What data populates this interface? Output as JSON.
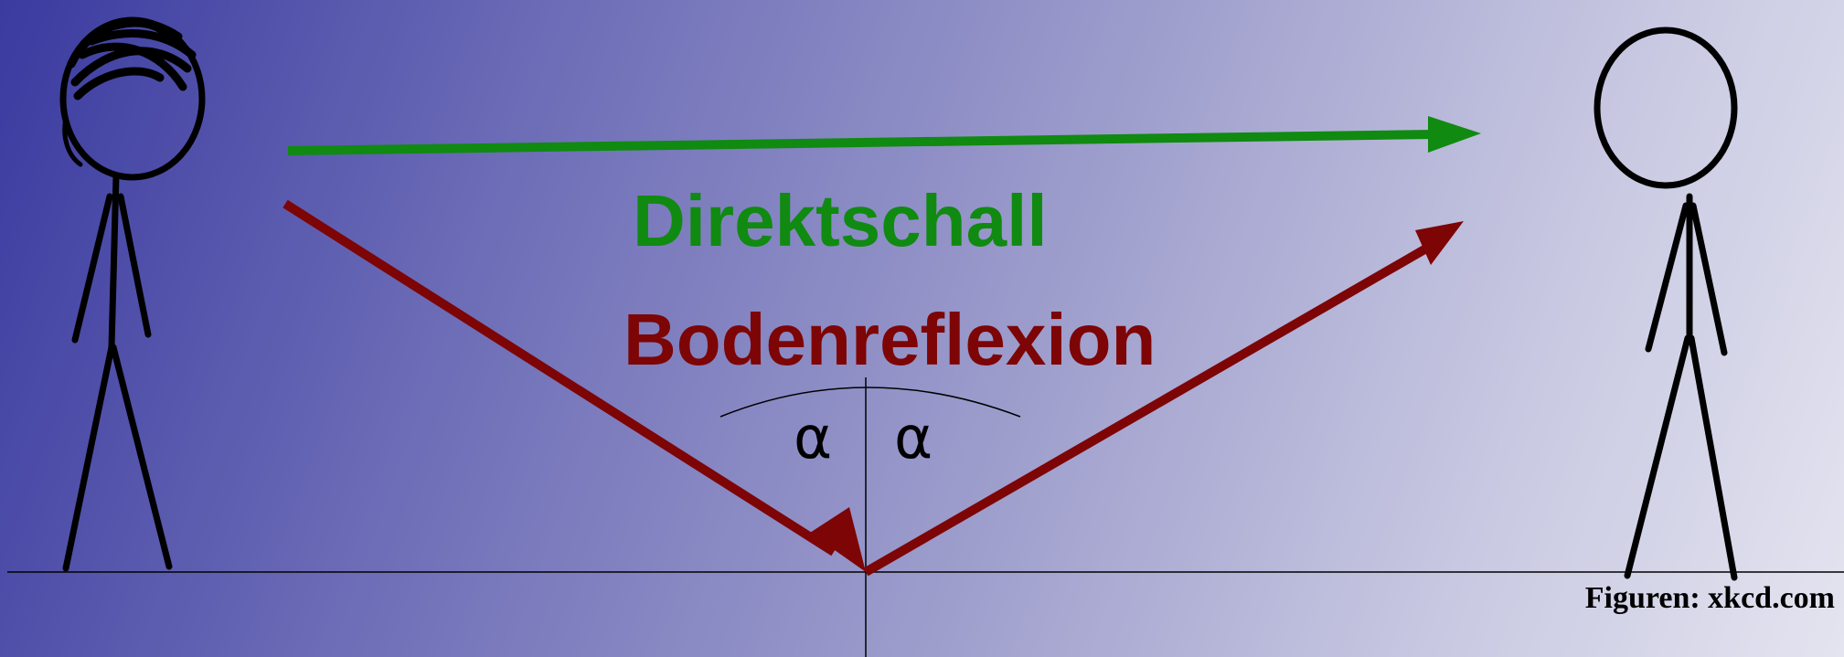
{
  "labels": {
    "direct": "Direktschall",
    "reflection": "Bodenreflexion",
    "angle_left": "α",
    "angle_right": "α",
    "credit": "Figuren: xkcd.com"
  },
  "colors": {
    "direct": "#108a10",
    "reflection": "#7d0505",
    "lines": "#000000"
  },
  "figures": {
    "left": "stick-figure-with-scribbled-hair",
    "right": "stick-figure"
  }
}
